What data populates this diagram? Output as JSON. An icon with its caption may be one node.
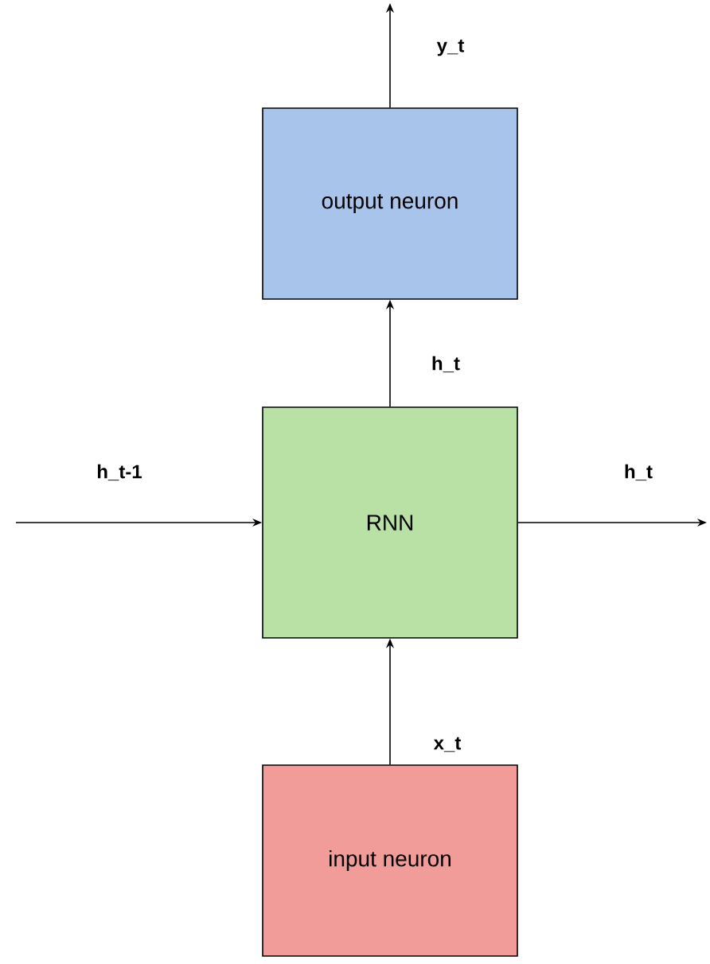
{
  "diagram": {
    "nodes": [
      {
        "text": [
          "output neuron"
        ]
      },
      {
        "text": [
          "RNN"
        ]
      },
      {
        "text": [
          "input neuron"
        ]
      }
    ],
    "edges": [
      {
        "from": 0,
        "to": null,
        "arrow": "to",
        "label": "y_t"
      },
      {
        "from": 1,
        "to": 0,
        "arrow": "to",
        "label": "h_t"
      },
      {
        "from": null,
        "to": 1,
        "arrow": "to",
        "label": "h_t-1"
      },
      {
        "from": 1,
        "to": null,
        "arrow": "to",
        "label": "h_t"
      },
      {
        "from": 2,
        "to": 1,
        "arrow": "to",
        "label": "x_t"
      }
    ]
  }
}
